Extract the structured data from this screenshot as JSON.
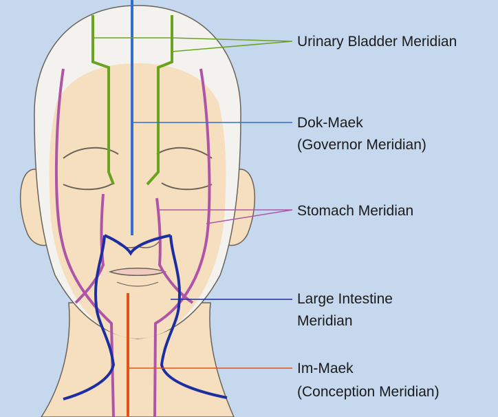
{
  "labels": {
    "urinary_bladder": "Urinary Bladder Meridian",
    "dok_maek_line1": "Dok-Maek",
    "dok_maek_line2": "(Governor Meridian)",
    "stomach": "Stomach Meridian",
    "large_intestine_line1": "Large Intestine",
    "large_intestine_line2": "Meridian",
    "im_maek_line1": "Im-Maek",
    "im_maek_line2": "(Conception Meridian)"
  },
  "colors": {
    "background": "#c6d8ee",
    "skin": "#f6dfbf",
    "hair": "#f4f2ee",
    "outline": "#6a6258",
    "urinary_bladder": "#6aa320",
    "governor": "#2f6fd0",
    "stomach": "#b054a8",
    "large_intestine": "#1c2ea0",
    "conception": "#e0541c"
  }
}
